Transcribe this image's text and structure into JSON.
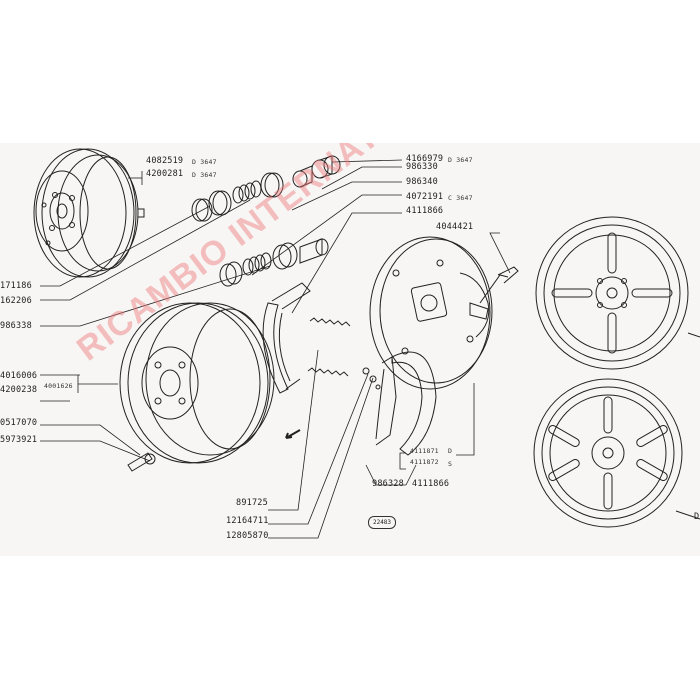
{
  "watermark": "RICAMBIO INTERNATIONAL",
  "drawing_code": "22483",
  "labels": {
    "l4082519": "4082519",
    "l4200281": "4200281",
    "n1": "D 3647",
    "n2": "D 3647",
    "l4166979": "4166979",
    "n3": "D 3647",
    "l986330": "986330",
    "l986340": "986340",
    "l4072191": "4072191",
    "n4": "C 3647",
    "l4111866a": "4111866",
    "l4044421": "4044421",
    "l171186": "171186",
    "l162206": "162206",
    "l986338": "986338",
    "l4016006": "4016006",
    "l4200238": "4200238",
    "l4001626": "4001626",
    "l0517070": "0517070",
    "l5973921": "5973921",
    "l4111871": "4111871",
    "n5": "D",
    "l4111872": "4111872",
    "n6": "S",
    "l986328": "986328",
    "l4111866b": "4111866",
    "l891725": "891725",
    "l12164711": "12164711",
    "l12805870": "12805870",
    "edgeD": "D"
  }
}
